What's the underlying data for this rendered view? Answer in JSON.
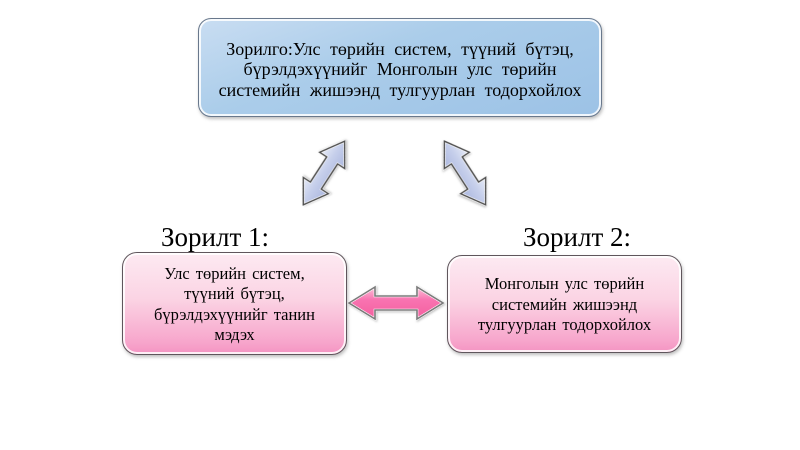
{
  "diagram": {
    "background": "#ffffff",
    "text_color": "#000000",
    "title_box": {
      "lines": [
        "Зорилго:Улс төрийн систем, түүний бүтэц,",
        "бүрэлдэхүүнийг Монголын улс төрийн",
        "системийн жишээнд тулгуурлан тодорхойлох"
      ],
      "fill": "#a6c9e9",
      "fill_light": "#c9ddf2",
      "border": "#69788c"
    },
    "objectives": [
      {
        "label": "Зорилт 1:",
        "lines": [
          "Улс төрийн систем,",
          "түүний бүтэц,",
          "бүрэлдэхүүнийг танин",
          "мэдэх"
        ],
        "fill_top": "#fdeaf2",
        "fill_bottom": "#f494c2",
        "border": "#5f565c"
      },
      {
        "label": "Зорилт 2:",
        "lines": [
          "Монголын улс төрийн",
          "системийн жишээнд",
          "тулгуурлан тодорхойлох"
        ],
        "fill_top": "#fdeaf2",
        "fill_bottom": "#f494c2",
        "border": "#5f565c"
      }
    ],
    "connectors": [
      {
        "name": "title-to-objective1",
        "type": "double-arrow-diagonal",
        "fill": "#c3cce9",
        "outline": "#4f4f4f"
      },
      {
        "name": "title-to-objective2",
        "type": "double-arrow-diagonal",
        "fill": "#c3cce9",
        "outline": "#4f4f4f"
      },
      {
        "name": "objective1-to-objective2",
        "type": "double-arrow-horizontal",
        "fill": "#f767a8",
        "outline": "#7a7a7a"
      }
    ]
  }
}
